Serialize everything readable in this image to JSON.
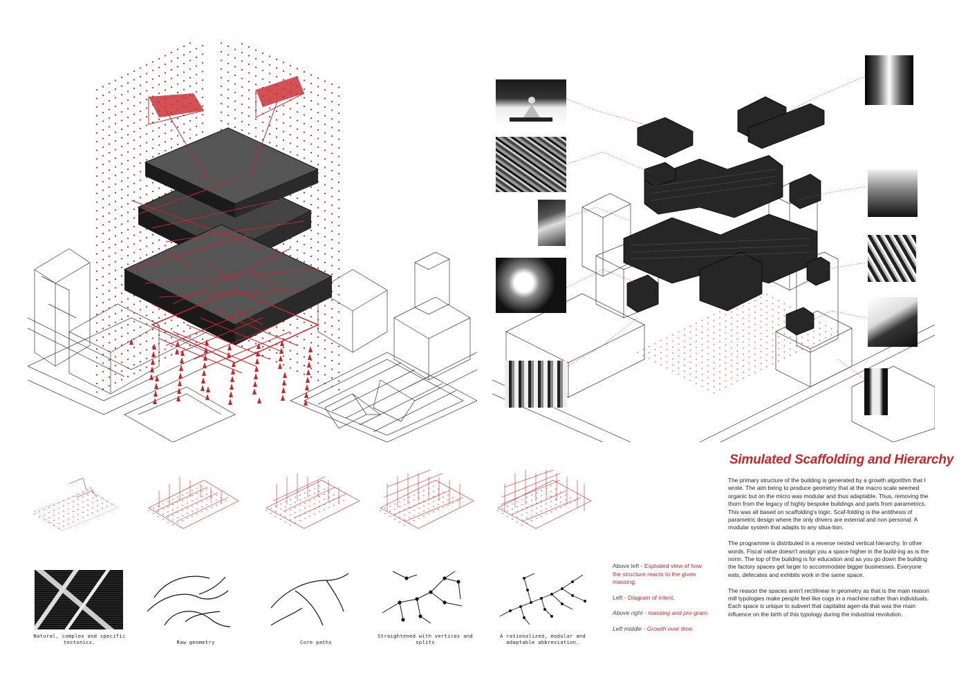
{
  "title": "Simulated Scaffolding and Hierarchy",
  "essay": {
    "p1": "The primary structure of the building is generated by a growth algorithm that I wrote. The aim being to produce geometry that at the macro scale seemed organic but on the micro was modular and thus adaptable. Thus, removing the thorn from the legacy of highly bespoke buildings and parts from parametrics. This was all based on scaffolding's logic. Scaf-folding is the antithesis of parametric design where the only drivers are external and non personal. A modular system that adapts to any situa-tion.",
    "p2": "The programme is distributed in a reverse nested vertical hierarchy. In other words. Fiscal value doesn't assign you a space higher in the build-ing as is the norm. The top of the building is for education and as you go down the building the factory spaces get larger to accommodate bigger businesses. Everyone eats, defecates and exhibits work in the same space.",
    "p3": "The reason the spaces aren't rectilinear in geometry as that is the main reason mill typologies make people feel like cogs in a machine rather than individuals. Each space is unique to subvert that capitalist agen-da that was the main influence on the  birth of this typology during the industrial revolution."
  },
  "captions": {
    "above_left_label": "Above left - ",
    "above_left_text": "Exploded view of how the structure reacts to the given massing.",
    "left_label": "Left - ",
    "left_text": "Diagram of intent.",
    "above_right_label": "Above right - ",
    "above_right_text": "massing and pro-gram.",
    "left_middle_label": "Left middle - ",
    "left_middle_text": "Growth over time."
  },
  "intent_steps": [
    "Natural, complex and specific tectonics.",
    "Raw geometry",
    "Core paths",
    "Straightened with vertices and splits",
    "A rationalized, modular and adaptable abbreviation."
  ],
  "colors": {
    "accent_red": "#c8262b",
    "massing_black": "#2a2a2a",
    "line_grey": "#555555"
  }
}
